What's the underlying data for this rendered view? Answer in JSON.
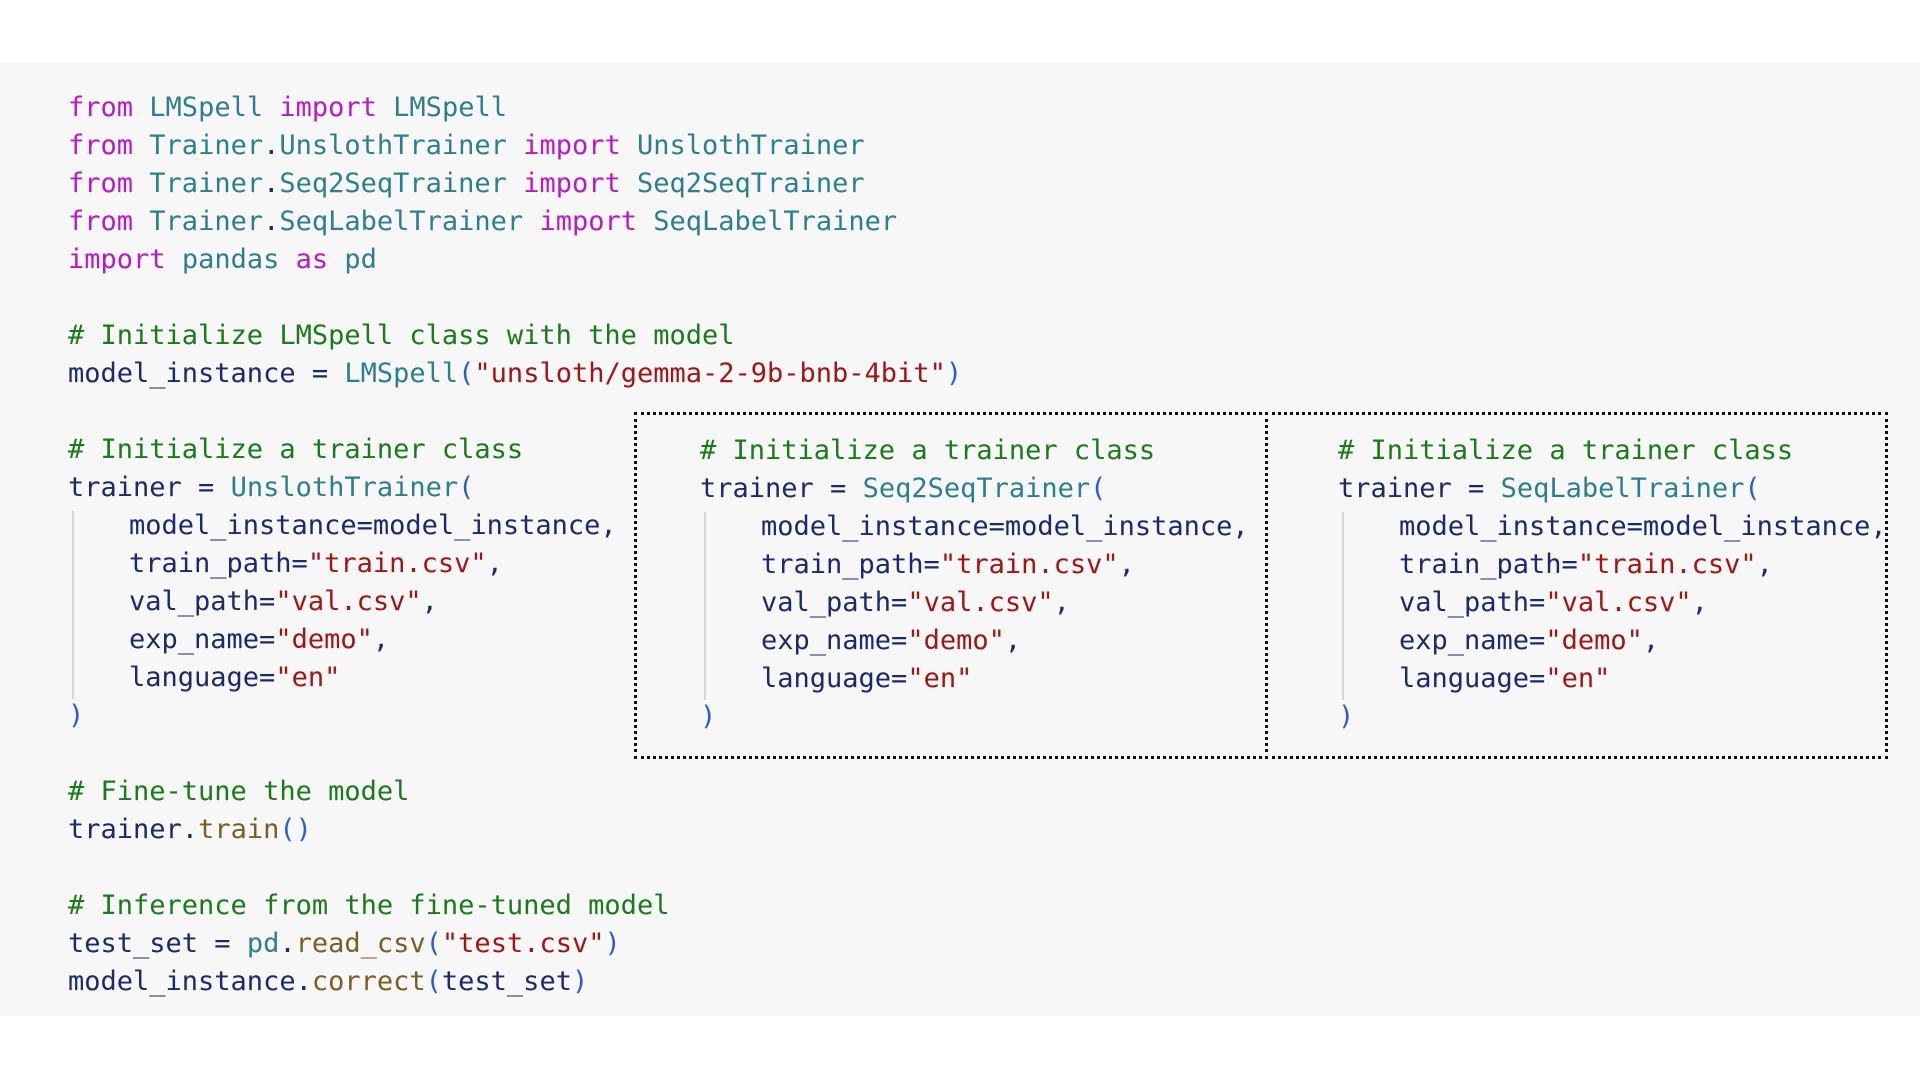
{
  "code": {
    "imports": [
      {
        "kw1": "from",
        "module": "LMSpell",
        "kw2": "import",
        "name": "LMSpell"
      },
      {
        "kw1": "from",
        "module_a": "Trainer",
        "dot": ".",
        "module_b": "UnslothTrainer",
        "kw2": "import",
        "name": "UnslothTrainer"
      },
      {
        "kw1": "from",
        "module_a": "Trainer",
        "dot": ".",
        "module_b": "Seq2SeqTrainer",
        "kw2": "import",
        "name": "Seq2SeqTrainer"
      },
      {
        "kw1": "from",
        "module_a": "Trainer",
        "dot": ".",
        "module_b": "SeqLabelTrainer",
        "kw2": "import",
        "name": "SeqLabelTrainer"
      },
      {
        "kw1": "import",
        "module": "pandas",
        "kw2": "as",
        "name": "pd"
      }
    ],
    "init_model": {
      "comment": "# Initialize LMSpell class with the model",
      "var": "model_instance",
      "eq": " = ",
      "cls": "LMSpell",
      "open": "(",
      "arg": "\"unsloth/gemma-2-9b-bnb-4bit\"",
      "close": ")"
    },
    "trainers": [
      {
        "comment": "# Initialize a trainer class",
        "var": "trainer",
        "eq": " = ",
        "cls": "UnslothTrainer",
        "open": "(",
        "args": [
          {
            "key": "model_instance=model_instance,",
            "val": "",
            "tail": ""
          },
          {
            "key": "train_path=",
            "val": "\"train.csv\"",
            "tail": ","
          },
          {
            "key": "val_path=",
            "val": "\"val.csv\"",
            "tail": ","
          },
          {
            "key": "exp_name=",
            "val": "\"demo\"",
            "tail": ","
          },
          {
            "key": "language=",
            "val": "\"en\"",
            "tail": ""
          }
        ],
        "close": ")"
      },
      {
        "comment": "# Initialize a trainer class",
        "var": "trainer",
        "eq": " = ",
        "cls": "Seq2SeqTrainer",
        "open": "(",
        "args": [
          {
            "key": "model_instance=model_instance,",
            "val": "",
            "tail": ""
          },
          {
            "key": "train_path=",
            "val": "\"train.csv\"",
            "tail": ","
          },
          {
            "key": "val_path=",
            "val": "\"val.csv\"",
            "tail": ","
          },
          {
            "key": "exp_name=",
            "val": "\"demo\"",
            "tail": ","
          },
          {
            "key": "language=",
            "val": "\"en\"",
            "tail": ""
          }
        ],
        "close": ")"
      },
      {
        "comment": "# Initialize a trainer class",
        "var": "trainer",
        "eq": " = ",
        "cls": "SeqLabelTrainer",
        "open": "(",
        "args": [
          {
            "key": "model_instance=model_instance,",
            "val": "",
            "tail": ""
          },
          {
            "key": "train_path=",
            "val": "\"train.csv\"",
            "tail": ","
          },
          {
            "key": "val_path=",
            "val": "\"val.csv\"",
            "tail": ","
          },
          {
            "key": "exp_name=",
            "val": "\"demo\"",
            "tail": ","
          },
          {
            "key": "language=",
            "val": "\"en\"",
            "tail": ""
          }
        ],
        "close": ")"
      }
    ],
    "finetune": {
      "comment": "# Fine-tune the model",
      "obj": "trainer",
      "dot": ".",
      "fn": "train",
      "parens": "()"
    },
    "inference": {
      "comment": "# Inference from the fine-tuned model",
      "var": "test_set",
      "eq": " = ",
      "mod": "pd",
      "dot": ".",
      "fn": "read_csv",
      "open": "(",
      "arg": "\"test.csv\"",
      "close": ")",
      "obj2": "model_instance",
      "dot2": ".",
      "fn2": "correct",
      "open2": "(",
      "arg2": "test_set",
      "close2": ")"
    }
  },
  "colors": {
    "keyword": "#b81bc3",
    "module": "#2e7f8e",
    "identifier": "#1a2a6c",
    "string": "#a31515",
    "comment": "#1b7a1b",
    "function": "#795e26",
    "paren": "#2d5bd3",
    "background": "#f7f7f7"
  }
}
